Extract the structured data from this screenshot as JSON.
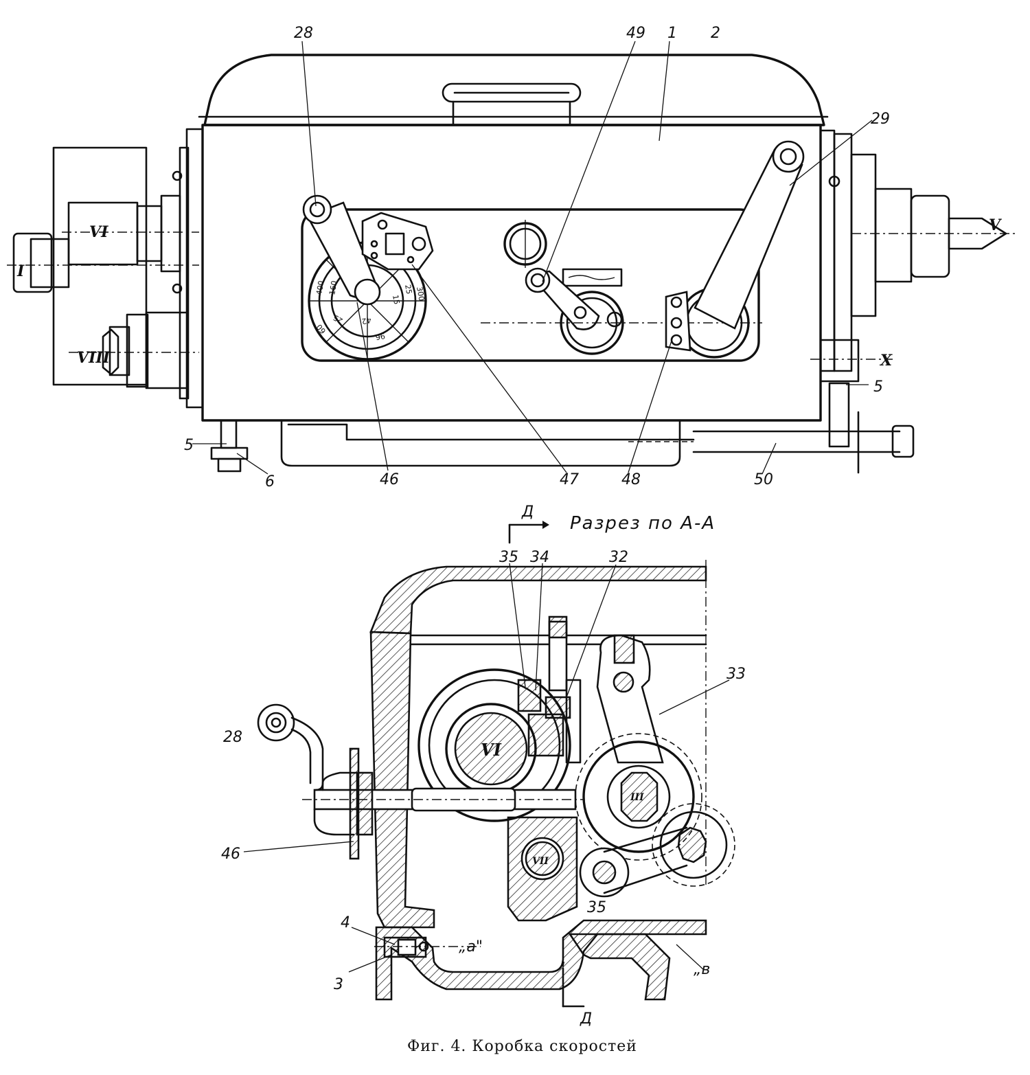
{
  "figure": {
    "caption": "Фиг. 4. Коробка скоростей"
  },
  "section": {
    "title": "Разрез по А-А",
    "arrow_label_top": "Д",
    "arrow_label_bottom": "Д"
  },
  "labels": {
    "l1": "1",
    "l2": "2",
    "l28": "28",
    "l49": "49",
    "l29": "29",
    "l46": "46",
    "l47": "47",
    "l48": "48",
    "l50": "50",
    "l5a": "5",
    "l6": "6",
    "l5b": "5",
    "shaft_I": "I",
    "shaft_VI": "VI",
    "shaft_VIII": "VIII",
    "shaft_V": "V",
    "shaft_X": "X",
    "s35a": "35",
    "s34": "34",
    "s32": "32",
    "s33": "33",
    "s28": "28",
    "s46": "46",
    "s4": "4",
    "s3": "3",
    "s35b": "35",
    "s_a": "„a\"",
    "s_v": "„в",
    "s_VI": "VI",
    "s_VII": "VII",
    "s_III": "III"
  },
  "dial_numbers": [
    "400",
    "160",
    "76",
    "25",
    "300",
    "15",
    "96",
    "60",
    "42",
    "25"
  ],
  "icons": [
    "section-arrow-icon"
  ]
}
